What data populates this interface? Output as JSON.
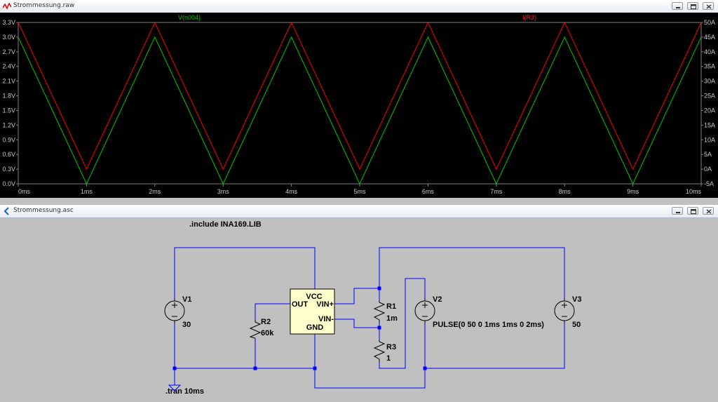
{
  "plot_window": {
    "title": "Strommessung.raw"
  },
  "schematic_window": {
    "title": "Strommessung.asc"
  },
  "chart_data": {
    "type": "line",
    "title": "",
    "xlabel": "",
    "ylabel_left": "",
    "ylabel_right": "",
    "xlim": [
      0,
      10
    ],
    "ylim_left": [
      0,
      3.3
    ],
    "ylim_right": [
      -5,
      50
    ],
    "x_ticks": [
      "0ms",
      "1ms",
      "2ms",
      "3ms",
      "4ms",
      "5ms",
      "6ms",
      "7ms",
      "8ms",
      "9ms",
      "10ms"
    ],
    "y_left_ticks": [
      "0.0V",
      "0.3V",
      "0.6V",
      "0.9V",
      "1.2V",
      "1.5V",
      "1.8V",
      "2.1V",
      "2.4V",
      "2.7V",
      "3.0V",
      "3.3V"
    ],
    "y_right_ticks": [
      "-5A",
      "0A",
      "5A",
      "10A",
      "15A",
      "20A",
      "25A",
      "30A",
      "35A",
      "40A",
      "45A",
      "50A"
    ],
    "grid": false,
    "background": "#000000",
    "series": [
      {
        "name": "V(n004)",
        "axis": "left",
        "color": "#00c800",
        "x": [
          0,
          1,
          2,
          3,
          4,
          5,
          6,
          7,
          8,
          9,
          10
        ],
        "y": [
          3.0,
          0.0,
          3.0,
          0.0,
          3.0,
          0.0,
          3.0,
          0.0,
          3.0,
          0.0,
          3.0
        ]
      },
      {
        "name": "I(R3)",
        "axis": "right",
        "color": "#ff0000",
        "x": [
          0,
          1,
          2,
          3,
          4,
          5,
          6,
          7,
          8,
          9,
          10
        ],
        "y": [
          50,
          0,
          50,
          0,
          50,
          0,
          50,
          0,
          50,
          0,
          50
        ]
      }
    ]
  },
  "schematic": {
    "directive_include": ".include INA169.LIB",
    "directive_tran": ".tran 10ms",
    "ic": {
      "pin_vcc": "VCC",
      "pin_out": "OUT",
      "pin_vinp": "VIN+",
      "pin_vinm": "VIN-",
      "pin_gnd": "GND"
    },
    "v1": {
      "name": "V1",
      "value": "30"
    },
    "v2": {
      "name": "V2",
      "value": "PULSE(0 50 0 1ms 1ms 0 2ms)"
    },
    "v3": {
      "name": "V3",
      "value": "50"
    },
    "r1": {
      "name": "R1",
      "value": "1m"
    },
    "r2": {
      "name": "R2",
      "value": "60k"
    },
    "r3": {
      "name": "R3",
      "value": "1"
    },
    "colors": {
      "wire": "#0000ff",
      "component": "#000000",
      "ic_fill": "#ffffcc",
      "background": "#c0c0c0"
    }
  }
}
